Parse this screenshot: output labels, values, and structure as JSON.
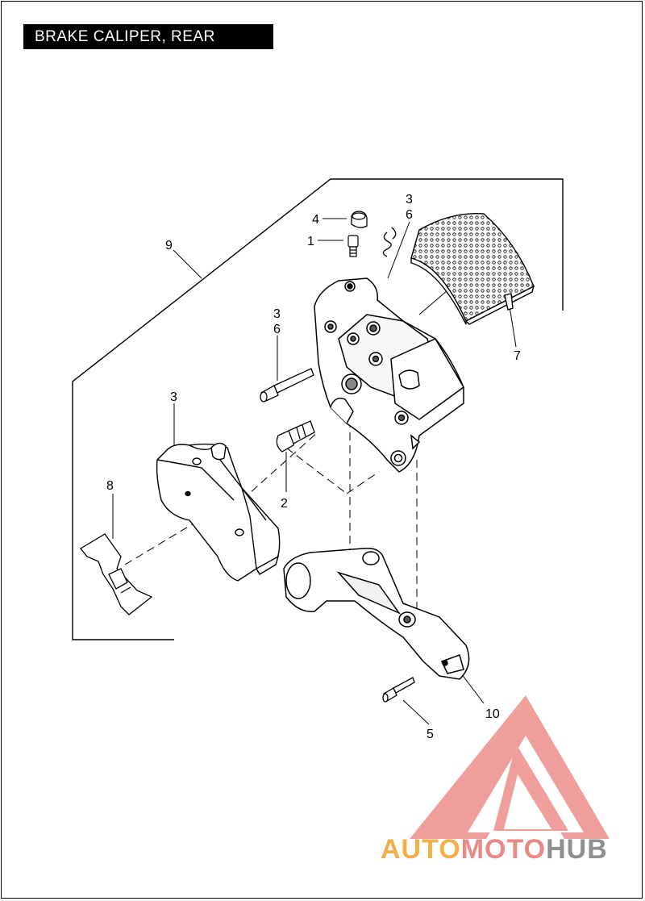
{
  "title": "BRAKE CALIPER, REAR",
  "callouts": {
    "c1": "1",
    "c2": "2",
    "c3_bracket": "3",
    "c3_clip": "3",
    "c6_clip": "6",
    "c3_pin": "3",
    "c6_pin": "6",
    "c4": "4",
    "c5": "5",
    "c7": "7",
    "c8": "8",
    "c9": "9",
    "c10": "10"
  },
  "watermark": {
    "part1": "AUTO",
    "part2": "MOTO",
    "part3": "HUB",
    "colors": {
      "auto": "#f3b04a",
      "moto": "#e98a84",
      "hub": "#8f8f8f",
      "triangle": "#ec8a86"
    }
  }
}
